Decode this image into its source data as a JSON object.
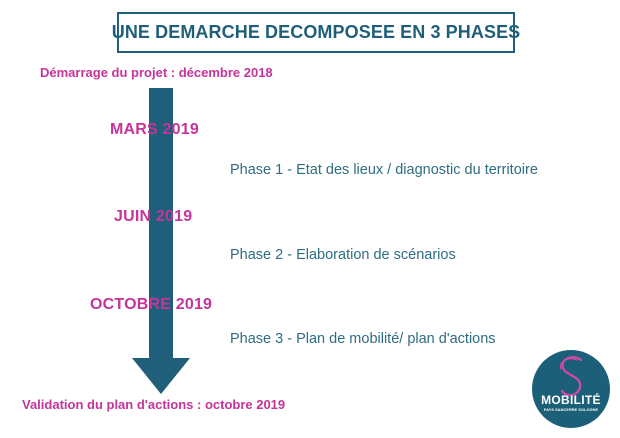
{
  "title": "UNE DEMARCHE DECOMPOSEE EN 3 PHASES",
  "timeline": {
    "start": "Démarrage du projet : décembre 2018",
    "end": "Validation du plan d'actions : octobre 2019",
    "milestones": [
      {
        "date": "MARS 2019",
        "phase": "Phase 1  - Etat des lieux / diagnostic du territoire"
      },
      {
        "date": "JUIN 2019",
        "phase": "Phase 2  - Elaboration de scénarios"
      },
      {
        "date": "OCTOBRE 2019",
        "phase": "Phase 3 - Plan de mobilité/ plan d'actions"
      }
    ]
  },
  "logo": {
    "icon": "s-logo-icon",
    "word": "MOBILITÉ",
    "tagline": "PAYS SANCERRE SOLOGNE"
  },
  "colors": {
    "primary": "#1f5f79",
    "accent": "#c4349a",
    "logo_background": "#1c5f78"
  }
}
